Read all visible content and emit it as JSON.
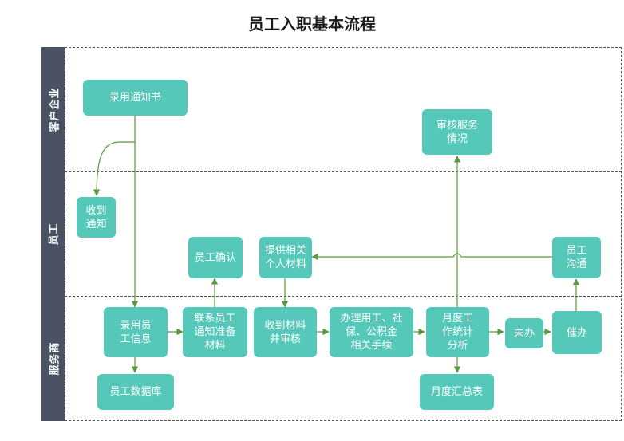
{
  "title": "员工入职基本流程",
  "lanes": {
    "enterprise": "客户企业",
    "employee": "员工",
    "provider": "服务商"
  },
  "nodes": {
    "offer_letter": "录用通知书",
    "receive_notice": "收到\n通知",
    "audit_service": "审核服务\n情况",
    "employee_confirm": "员工确认",
    "provide_materials": "提供相关\n个人材料",
    "employee_communicate": "员工\n沟通",
    "record_info": "录用员\n工信息",
    "contact_prepare": "联系员工\n通知准备\n材料",
    "receive_review": "收到材料\n并审核",
    "handle_insurance": "办理用工、社\n保、公积金\n相关手续",
    "monthly_stats": "月度工\n作统计\n分析",
    "not_done": "未办",
    "urge": "催办",
    "employee_db": "员工数据库",
    "monthly_summary": "月度汇总表"
  },
  "colors": {
    "node_fill": "#55c8b9",
    "node_text": "#ffffff",
    "lane_band": "#4a5263",
    "connector": "#5a9a3c"
  }
}
